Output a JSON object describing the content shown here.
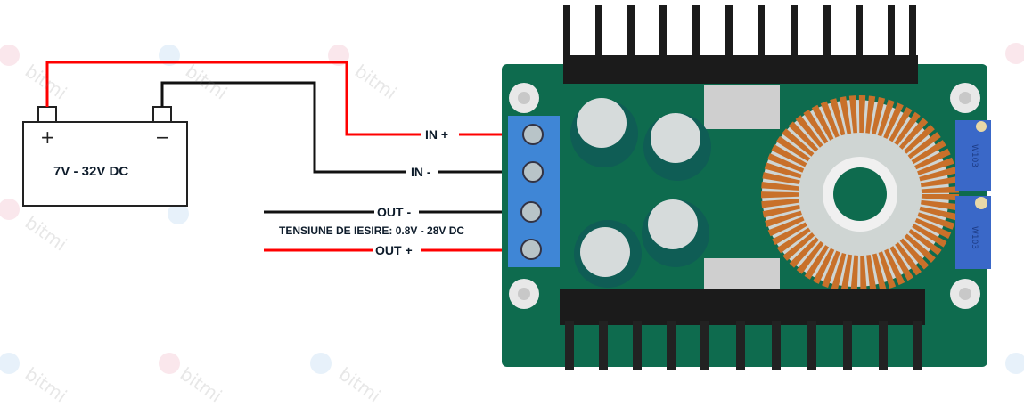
{
  "diagram": {
    "title": "DC-DC step-down converter wiring",
    "battery": {
      "label": "7V - 32V DC",
      "plus_symbol": "+",
      "minus_symbol": "−"
    },
    "wires": {
      "in_plus": {
        "label": "IN +",
        "color": "#ff0000"
      },
      "in_minus": {
        "label": "IN -",
        "color": "#111111"
      },
      "out_minus": {
        "label": "OUT -",
        "color": "#111111"
      },
      "out_plus": {
        "label": "OUT +",
        "color": "#ff0000"
      }
    },
    "output_voltage_label": "TENSIUNE DE IESIRE: 0.8V - 28V DC",
    "watermark": "bitmi",
    "module": {
      "potentiometer_top": "W103",
      "potentiometer_bottom": "W103",
      "colors": {
        "pcb": "#0e6b4e",
        "terminal": "#3f86d6",
        "heatsink": "#1a1a1a",
        "coil": "#c8702a",
        "capacitor": "#0f5d55"
      }
    }
  }
}
